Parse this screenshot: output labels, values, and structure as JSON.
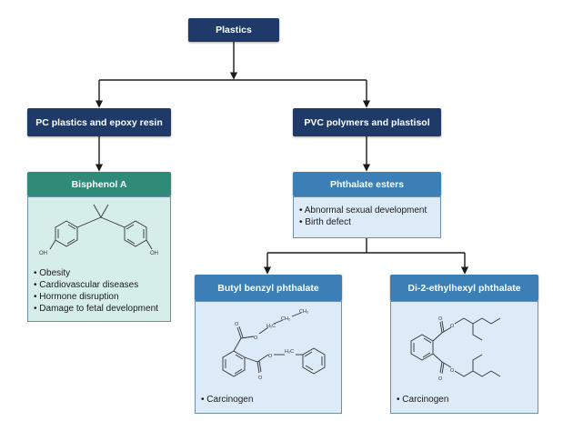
{
  "colors": {
    "navy": "#1f3a68",
    "teal": "#2f8a78",
    "teal_panel": "#d6eee9",
    "blue": "#3b7fb6",
    "blue_panel": "#dcebf7",
    "line": "#1a1a1a"
  },
  "root": {
    "label": "Plastics"
  },
  "left": {
    "category": "PC plastics and epoxy resin",
    "compound": {
      "name": "Bisphenol A",
      "oh_left": "OH",
      "oh_right": "OH",
      "effects": [
        "Obesity",
        "Cardiovascular diseases",
        "Hormone disruption",
        "Damage to fetal development"
      ]
    }
  },
  "right": {
    "category": "PVC polymers and plastisol",
    "group": {
      "name": "Phthalate esters",
      "effects": [
        "Abnormal sexual development",
        "Birth defect"
      ]
    },
    "children": [
      {
        "name": "Butyl benzyl phthalate",
        "atoms": {
          "ch3": "CH₃",
          "ch2": "CH₂",
          "h2c_top": "H₂C",
          "h2c_benzyl": "H₂C"
        },
        "effects": [
          "Carcinogen"
        ]
      },
      {
        "name": "Di-2-ethylhexyl phthalate",
        "effects": [
          "Carcinogen"
        ]
      }
    ]
  }
}
